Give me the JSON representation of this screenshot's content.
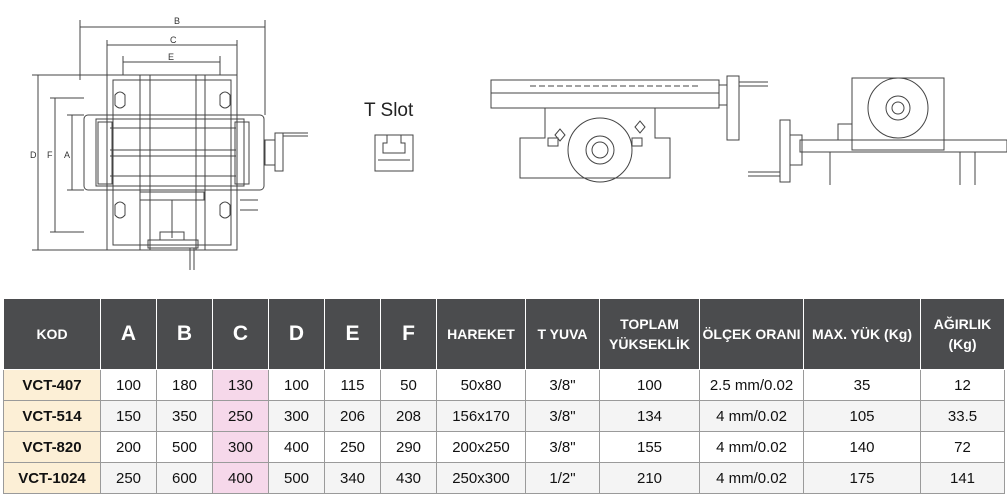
{
  "drawing": {
    "dim_labels": [
      "B",
      "C",
      "E",
      "D",
      "F",
      "A"
    ],
    "tslot_label": "T Slot"
  },
  "table": {
    "headers": [
      "KOD",
      "A",
      "B",
      "C",
      "D",
      "E",
      "F",
      "HAREKET",
      "T YUVA",
      "TOPLAM YÜKSEKLİK",
      "ÖLÇEK ORANI",
      "MAX. YÜK (Kg)",
      "AĞIRLIK (Kg)"
    ],
    "rows": [
      [
        "VCT-407",
        "100",
        "180",
        "130",
        "100",
        "115",
        "50",
        "50x80",
        "3/8\"",
        "100",
        "2.5 mm/0.02",
        "35",
        "12"
      ],
      [
        "VCT-514",
        "150",
        "350",
        "250",
        "300",
        "206",
        "208",
        "156x170",
        "3/8\"",
        "134",
        "4 mm/0.02",
        "105",
        "33.5"
      ],
      [
        "VCT-820",
        "200",
        "500",
        "300",
        "400",
        "250",
        "290",
        "200x250",
        "3/8\"",
        "155",
        "4 mm/0.02",
        "140",
        "72"
      ],
      [
        "VCT-1024",
        "250",
        "600",
        "400",
        "500",
        "340",
        "430",
        "250x300",
        "1/2\"",
        "210",
        "4 mm/0.02",
        "175",
        "141"
      ]
    ]
  },
  "colors": {
    "header_bg": "#4b4c4e",
    "kod_bg": "#fcefd6",
    "c_col_bg": "#f6d8ea"
  }
}
